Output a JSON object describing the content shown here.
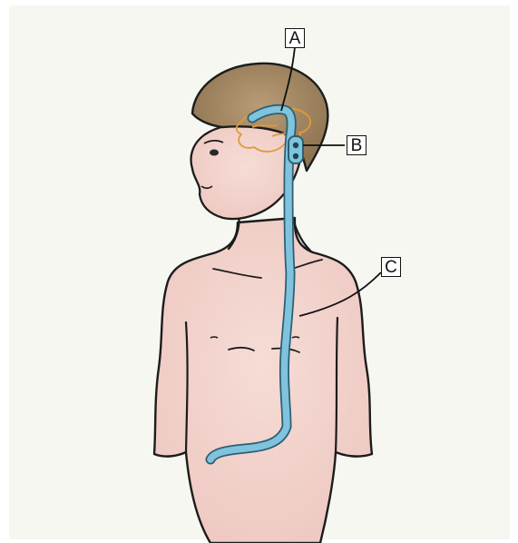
{
  "figure": {
    "callouts": [
      {
        "id": "A",
        "label": "A"
      },
      {
        "id": "B",
        "label": "B"
      },
      {
        "id": "C",
        "label": "C"
      }
    ]
  }
}
